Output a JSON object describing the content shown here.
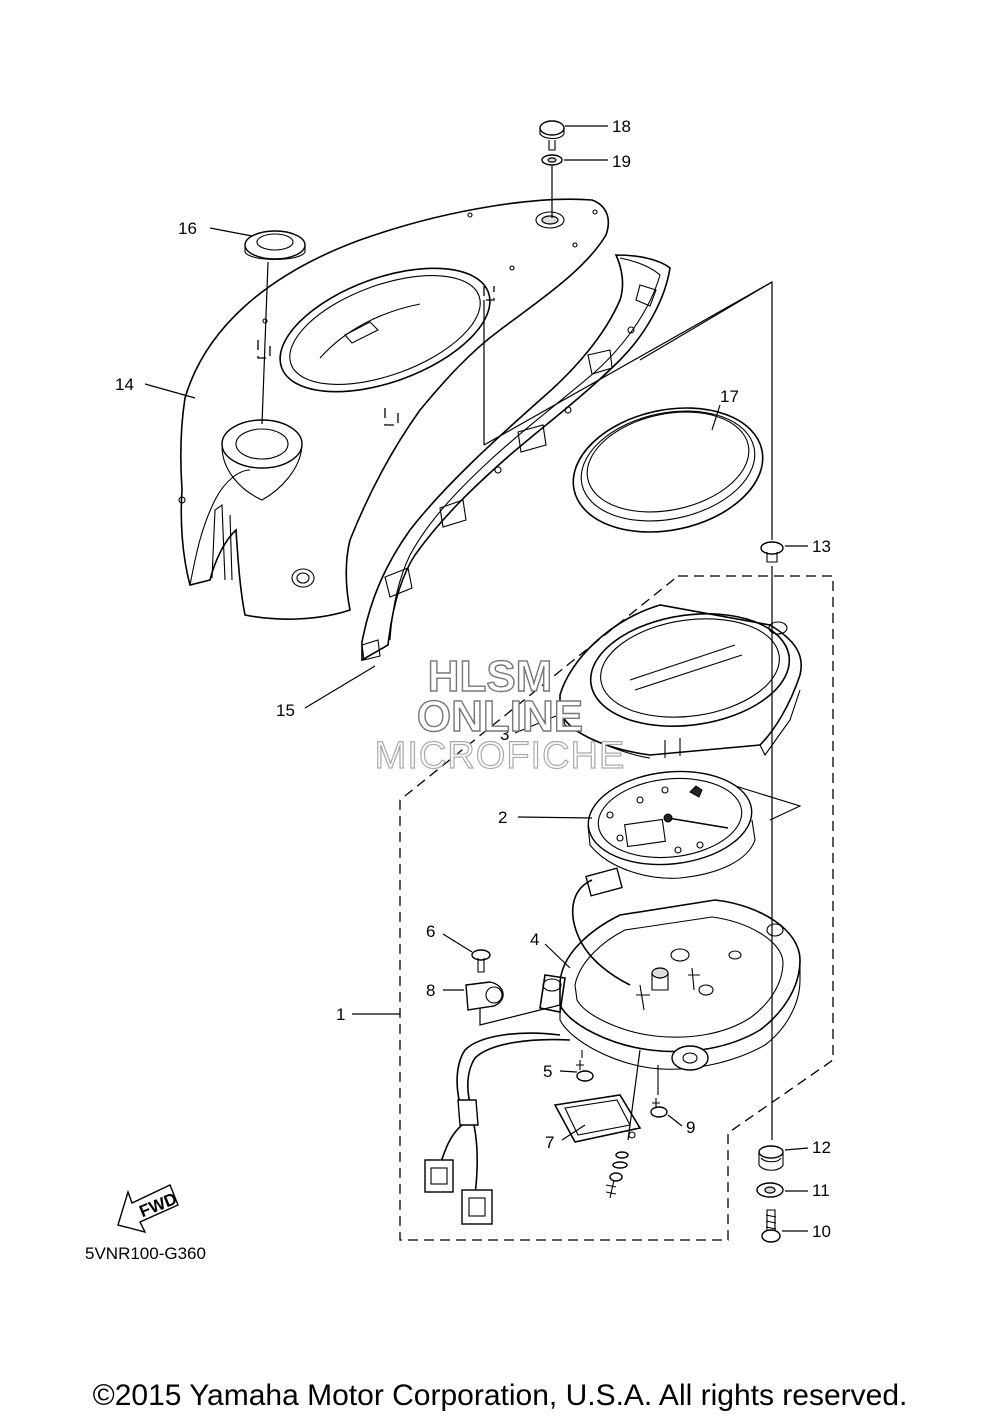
{
  "callouts": {
    "c1": "1",
    "c2": "2",
    "c3": "3",
    "c4": "4",
    "c5": "5",
    "c6": "6",
    "c7": "7",
    "c8": "8",
    "c9": "9",
    "c10": "10",
    "c11": "11",
    "c12": "12",
    "c13": "13",
    "c14": "14",
    "c15": "15",
    "c16": "16",
    "c17": "17",
    "c18": "18",
    "c19": "19"
  },
  "direction_arrow": "FWD",
  "diagram_code": "5VNR100-G360",
  "watermark": {
    "line1": "HLSM",
    "line2": "ONLINE",
    "line3": "MICROFICHE"
  },
  "copyright": "©2015 Yamaha Motor Corporation, U.S.A. All rights reserved."
}
